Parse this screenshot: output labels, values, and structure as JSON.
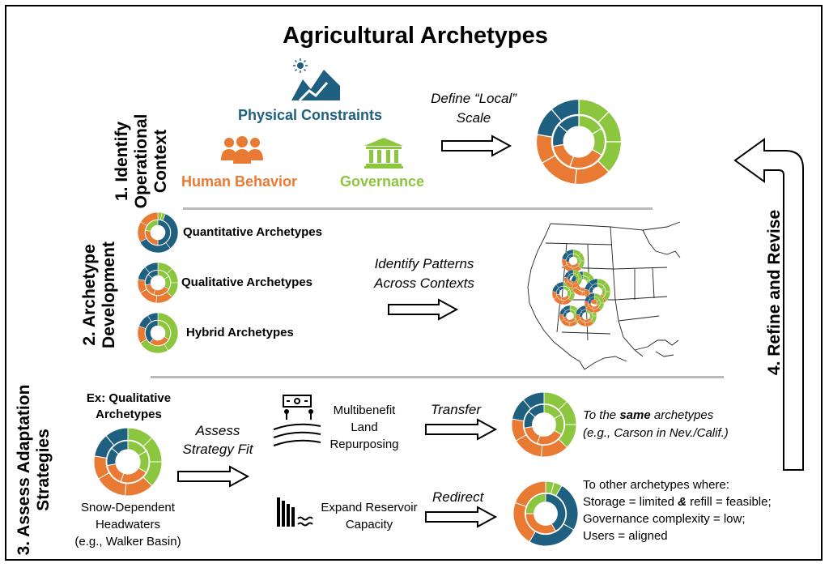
{
  "title": "Agricultural Archetypes",
  "colors": {
    "blue": "#1f5f7f",
    "orange": "#e87a34",
    "green": "#8cc63f",
    "gray": "#bdbdbd"
  },
  "section1": {
    "label_line1": "1. Identify",
    "label_line2": "Operational",
    "label_line3": "Context",
    "physical": "Physical Constraints",
    "human": "Human Behavior",
    "governance": "Governance",
    "define_line1": "Define “Local”",
    "define_line2": "Scale",
    "icons": [
      "sun-icon",
      "mountain-icon",
      "people-icon",
      "building-icon"
    ]
  },
  "section2": {
    "label_line1": "2. Archetype",
    "label_line2": "Development",
    "items": [
      "Quantitative Archetypes",
      "Qualitative Archetypes",
      "Hybrid Archetypes"
    ],
    "identify_line1": "Identify Patterns",
    "identify_line2": "Across Contexts"
  },
  "section3": {
    "label_line1": "3. Assess Adaptation",
    "label_line2": "Strategies",
    "example_line1": "Ex: Qualitative",
    "example_line2": "Archetypes",
    "assess_line1": "Assess",
    "assess_line2": "Strategy Fit",
    "snow_line1": "Snow-Dependent",
    "snow_line2": "Headwaters",
    "snow_line3": "(e.g., Walker Basin)",
    "multibenefit_line1": "Multibenefit",
    "multibenefit_line2": "Land",
    "multibenefit_line3": "Repurposing",
    "transfer": "Transfer",
    "same_pre": "To the ",
    "same_bold": "same",
    "same_post": " archetypes",
    "same_line2": "(e.g., Carson in Nev./Calif.)",
    "expand_line1": "Expand Reservoir",
    "expand_line2": "Capacity",
    "redirect": "Redirect",
    "other_line1": "To other archetypes where:",
    "other_line2_pre": "Storage = limited ",
    "other_line2_amp": "&",
    "other_line2_post": " refill = feasible;",
    "other_line3": "Governance complexity = low;",
    "other_line4": "Users = aligned"
  },
  "section4": {
    "label": "4. Refine and Revise"
  }
}
